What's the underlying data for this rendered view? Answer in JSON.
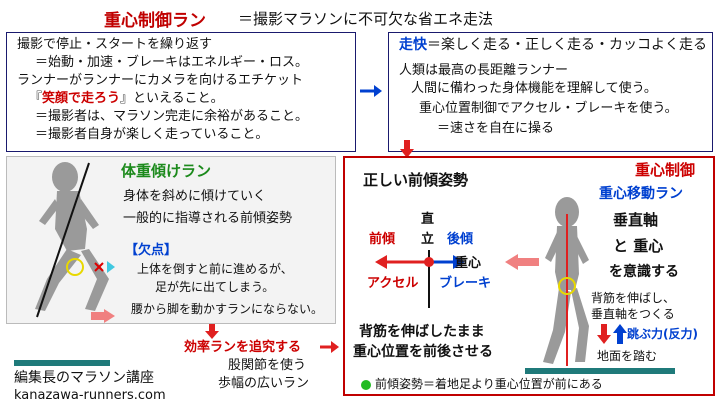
{
  "header": {
    "title": "重心制御ラン",
    "subtitle": "＝撮影マラソンに不可欠な省エネ走法"
  },
  "box1": {
    "lines": [
      "撮影で停止・スタートを繰り返す",
      "＝始動・加速・ブレーキはエネルギー・ロス。",
      "ランナーがランナーにカメラを向けるエチケット",
      "『笑顔で走ろう』といえること。",
      "＝撮影者は、マラソン完走に余裕があること。",
      "＝撮影者自身が楽しく走っていること。"
    ],
    "highlight": "笑顔で走ろう"
  },
  "box2": {
    "heading": "走快",
    "heading_rest": "＝楽しく走る・正しく走る・カッコよく走る",
    "lines": [
      "人類は最高の長距離ランナー",
      "人間に備わった身体機能を理解して使う。",
      "重心位置制御でアクセル・ブレーキを使う。",
      "＝速さを自在に操る"
    ]
  },
  "left_panel": {
    "title": "体重傾けラン",
    "line1": "身体を斜めに傾けていく",
    "line2": "一般的に指導される前傾姿勢",
    "fault_label": "【欠点】",
    "fault1": "上体を倒すと前に進めるが、",
    "fault2": "足が先に出てしまう。",
    "fault3": "腰から脚を動かすランにならない。"
  },
  "bottom_left": {
    "efficient": "効率ランを追究する",
    "hip": "股関節を使う",
    "stride": "歩幅の広いラン",
    "lecture": "編集長のマラソン講座",
    "site": "kanazawa-runners.com"
  },
  "right_panel": {
    "title": "重心制御",
    "subtitle": "重心移動ラン",
    "axis1": "垂直軸",
    "axis2": "と 重心",
    "axis3": "を意識する",
    "posture": "正しい前傾姿勢",
    "vertical": "直立",
    "forward": "前傾",
    "backward": "後傾",
    "cog": "重心",
    "accel": "アクセル",
    "brake": "ブレーキ",
    "back1": "背筋を伸ばし、",
    "back2": "垂直軸をつくる",
    "jump": "跳ぶ力(反力)",
    "ground": "地面を踏む",
    "main1": "背筋を伸ばしたまま",
    "main2": "重心位置を前後させる",
    "note": "前傾姿勢＝着地足より重心位置が前にある"
  },
  "colors": {
    "title_red": "#c00000",
    "blue": "#0040d0",
    "green": "#1c8a1c",
    "panel_border": "#c00000",
    "box_border": "#1a1a6e"
  }
}
